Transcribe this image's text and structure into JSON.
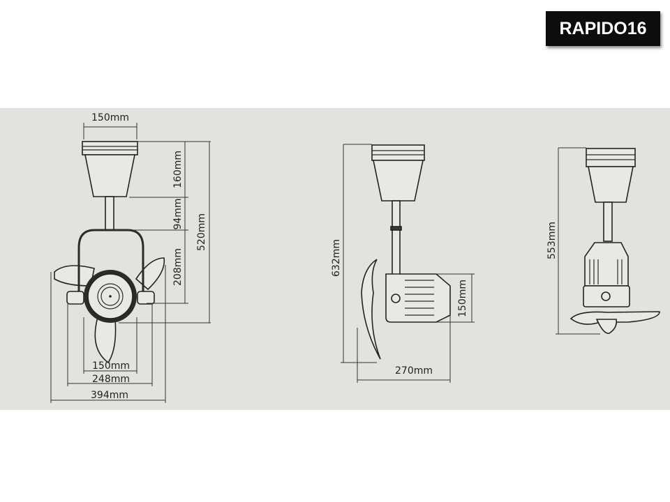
{
  "badge": {
    "text": "RAPIDO16"
  },
  "front_view": {
    "top_width": "150mm",
    "canopy_height": "160mm",
    "rod_length": "94mm",
    "bracket_height": "208mm",
    "total_height": "520mm",
    "motor_width": "150mm",
    "bracket_width": "248mm",
    "blade_span": "394mm"
  },
  "side_view": {
    "total_height": "632mm",
    "motor_height": "150mm",
    "depth": "270mm"
  },
  "down_view": {
    "total_height": "553mm"
  }
}
